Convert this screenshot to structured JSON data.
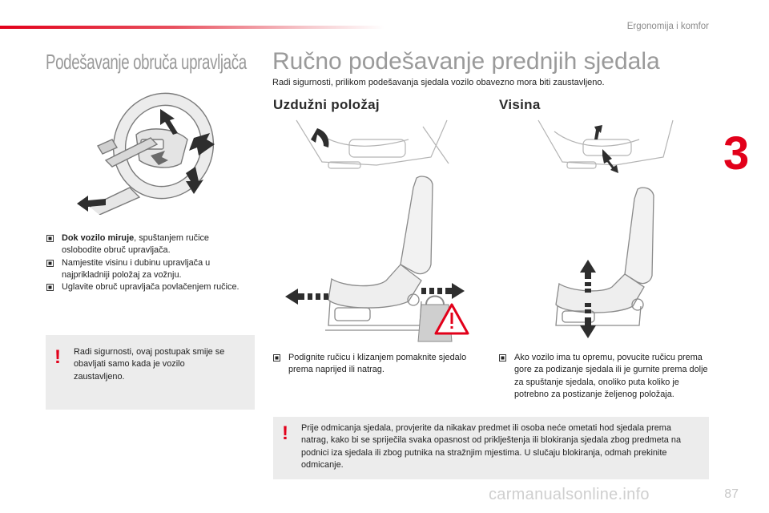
{
  "header": {
    "section_label": "Ergonomija i komfor",
    "chapter_number": "3",
    "accent_color": "#e2001a"
  },
  "left_column": {
    "title": "Podešavanje obruča upravljača",
    "bullets": [
      {
        "bold": "Dok vozilo miruje",
        "text": ", spuštanjem ručice oslobodite obruč upravljača."
      },
      {
        "bold": "",
        "text": "Namjestite visinu i dubinu upravljača u najprikladniji položaj za vožnju."
      },
      {
        "bold": "",
        "text": "Uglavite obruč upravljača povlačenjem ručice."
      }
    ],
    "warning": {
      "mark": "!",
      "text": "Radi sigurnosti, ovaj postupak smije se obavljati samo kada je vozilo zaustavljeno."
    }
  },
  "main": {
    "title": "Ručno podešavanje prednjih sjedala",
    "intro": "Radi sigurnosti, prilikom podešavanja sjedala vozilo obavezno mora biti zaustavljeno.",
    "longitudinal": {
      "title": "Uzdužni položaj",
      "bullet": "Podignite ručicu i klizanjem pomaknite sjedalo prema naprijed ili natrag."
    },
    "height": {
      "title": "Visina",
      "bullet": "Ako vozilo ima tu opremu, povucite ručicu prema gore za podizanje sjedala ili je gurnite prema dolje za spuštanje sjedala, onoliko puta koliko je potrebno za postizanje željenog položaja."
    },
    "warning": {
      "mark": "!",
      "text": "Prije odmicanja sjedala, provjerite da nikakav predmet ili osoba neće ometati hod sjedala prema natrag, kako bi se spriječila svaka opasnost od priklještenja ili blokiranja sjedala zbog predmeta na podnici iza sjedala ili zbog putnika na stražnjim mjestima. U slučaju blokiranja, odmah prekinite odmicanje."
    }
  },
  "footer": {
    "page_number": "87",
    "watermark": "carmanualsonline.info"
  }
}
